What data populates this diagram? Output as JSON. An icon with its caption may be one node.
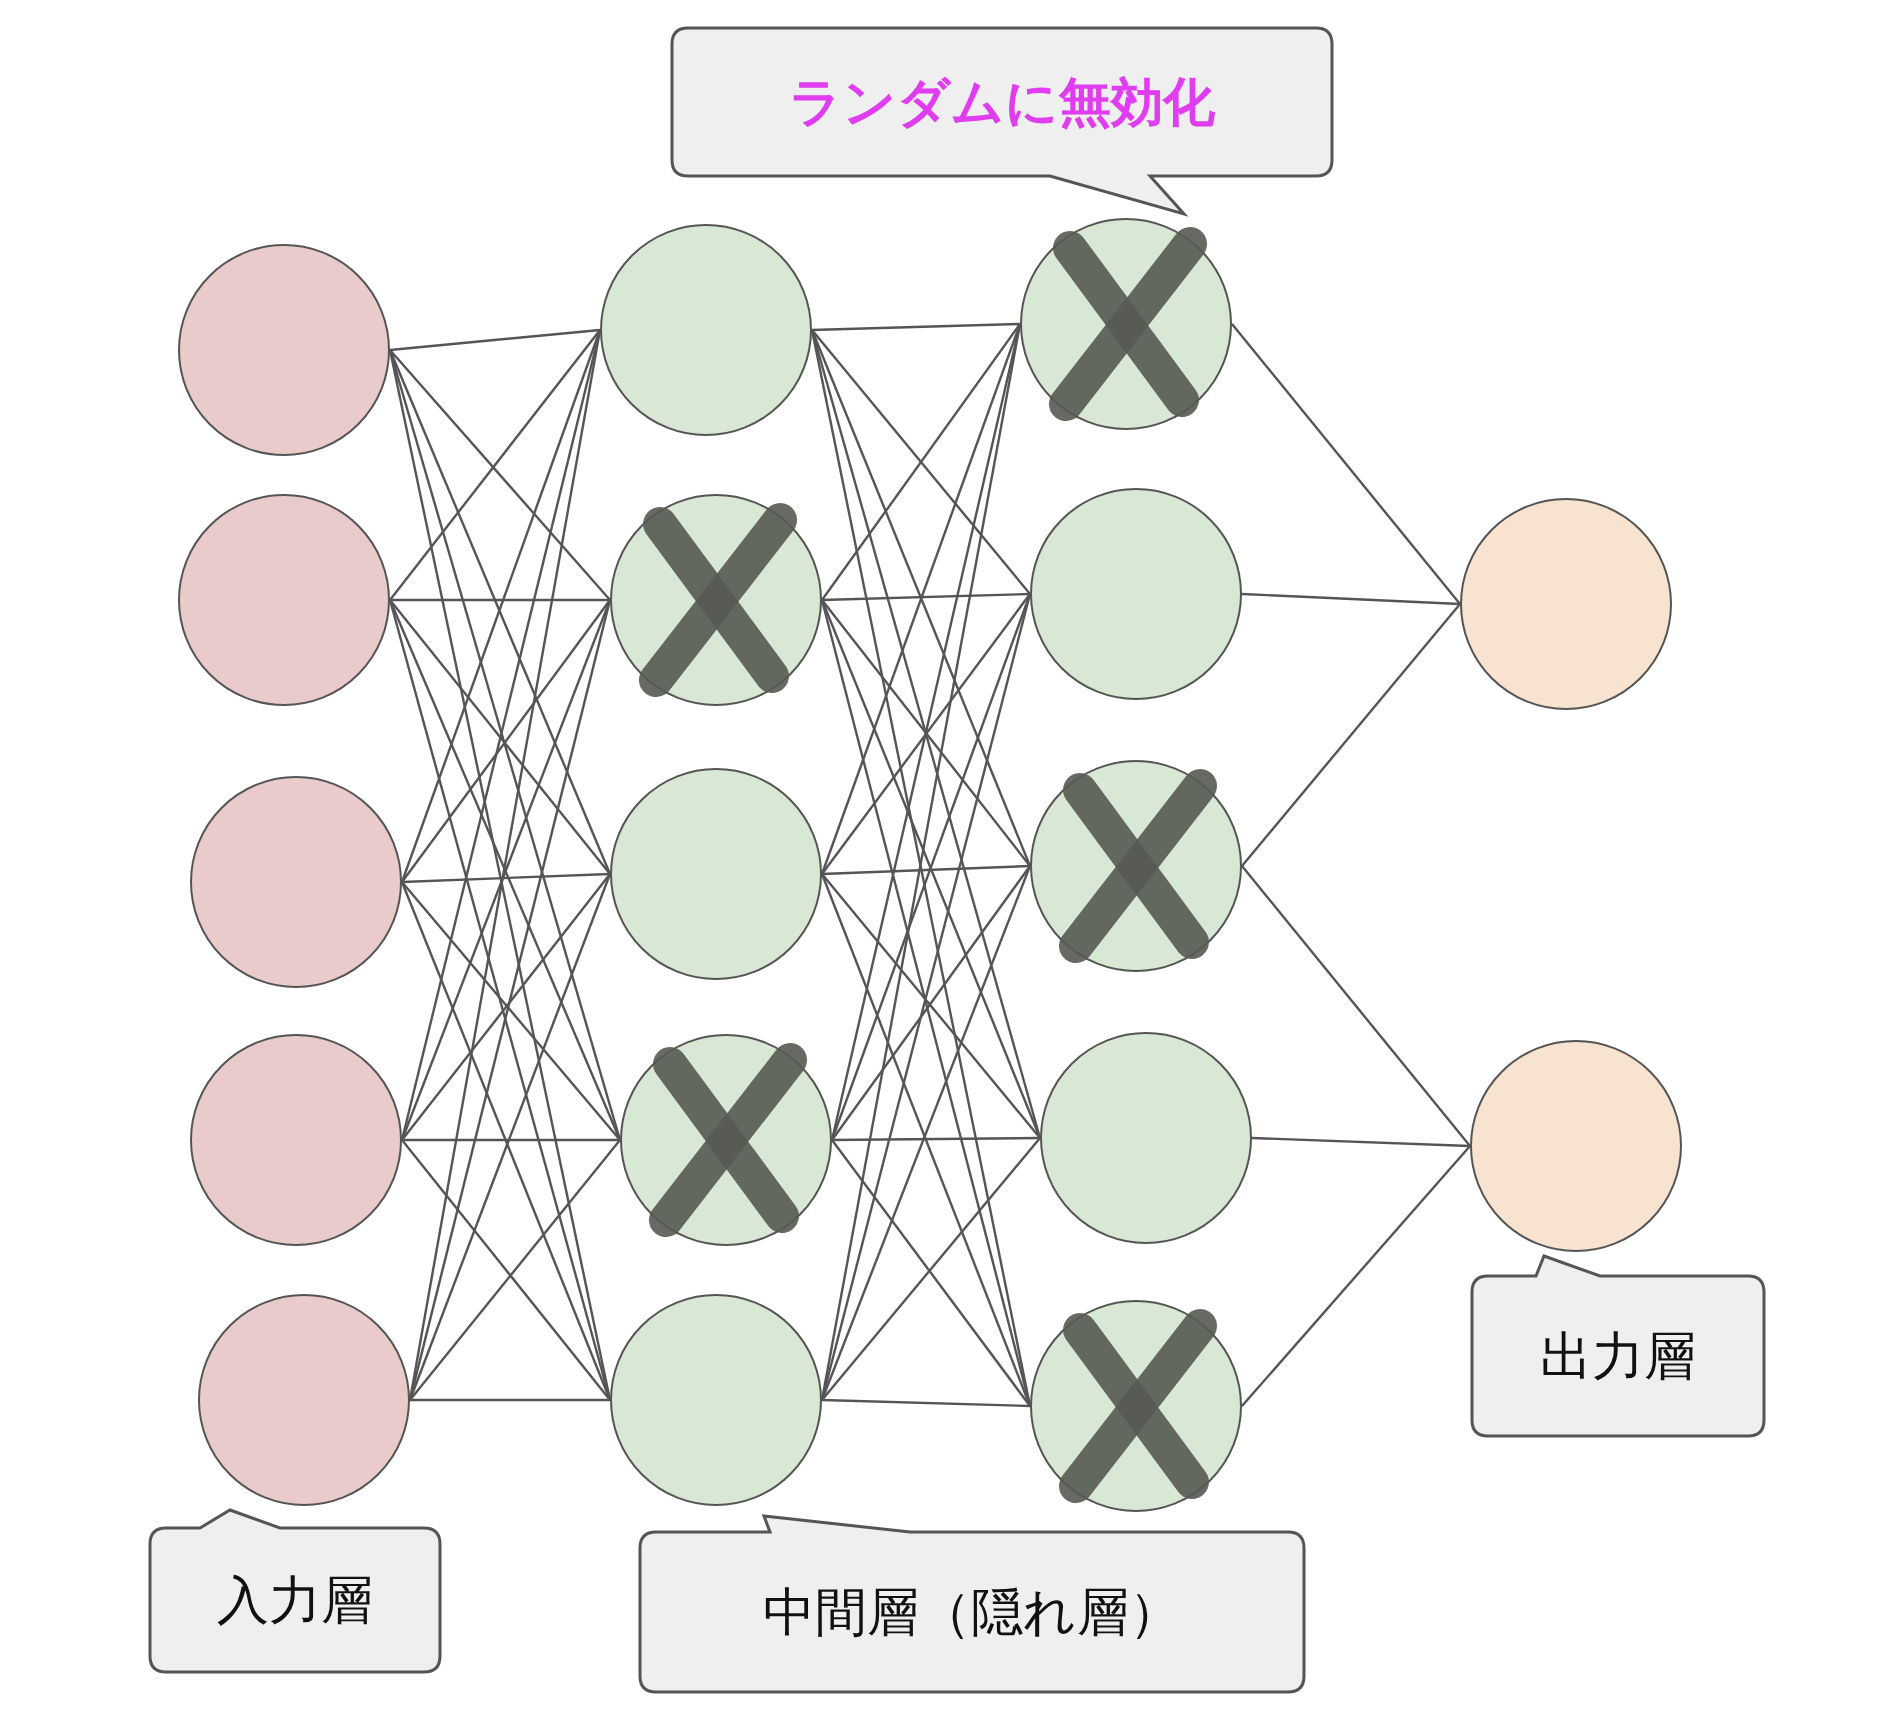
{
  "diagram": {
    "nodes": [
      {
        "text": [],
        "shape": "circle"
      },
      {
        "text": [],
        "shape": "circle"
      },
      {
        "text": [],
        "shape": "circle"
      },
      {
        "text": [],
        "shape": "circle"
      },
      {
        "text": [],
        "shape": "circle"
      },
      {
        "text": [],
        "shape": "circle"
      },
      {
        "text": [],
        "shape": "circle"
      },
      {
        "text": [],
        "shape": "circle"
      },
      {
        "text": [],
        "shape": "circle"
      },
      {
        "text": [],
        "shape": "circle"
      },
      {
        "text": [],
        "shape": "circle"
      },
      {
        "text": [],
        "shape": "circle"
      },
      {
        "text": [],
        "shape": "circle"
      },
      {
        "text": [],
        "shape": "circle"
      },
      {
        "text": [],
        "shape": "circle"
      },
      {
        "text": [],
        "shape": "circle"
      },
      {
        "text": [],
        "shape": "circle"
      },
      {
        "text": [
          "ランダムに無効化"
        ]
      },
      {
        "text": [
          "出力層"
        ]
      },
      {
        "text": [
          "入力層"
        ]
      },
      {
        "text": [
          "中間層（隠れ層）"
        ]
      }
    ],
    "edges": [
      {
        "from": 0,
        "to": 5,
        "arrow": "none"
      },
      {
        "from": 0,
        "to": 6,
        "arrow": "none"
      },
      {
        "from": 0,
        "to": 7,
        "arrow": "none"
      },
      {
        "from": 0,
        "to": 8,
        "arrow": "none"
      },
      {
        "from": 0,
        "to": 9,
        "arrow": "none"
      },
      {
        "from": 1,
        "to": 5,
        "arrow": "none"
      },
      {
        "from": 1,
        "to": 6,
        "arrow": "none"
      },
      {
        "from": 1,
        "to": 7,
        "arrow": "none"
      },
      {
        "from": 1,
        "to": 8,
        "arrow": "none"
      },
      {
        "from": 1,
        "to": 9,
        "arrow": "none"
      },
      {
        "from": 2,
        "to": 5,
        "arrow": "none"
      },
      {
        "from": 2,
        "to": 6,
        "arrow": "none"
      },
      {
        "from": 2,
        "to": 7,
        "arrow": "none"
      },
      {
        "from": 2,
        "to": 8,
        "arrow": "none"
      },
      {
        "from": 2,
        "to": 9,
        "arrow": "none"
      },
      {
        "from": 3,
        "to": 5,
        "arrow": "none"
      },
      {
        "from": 3,
        "to": 6,
        "arrow": "none"
      },
      {
        "from": 3,
        "to": 7,
        "arrow": "none"
      },
      {
        "from": 3,
        "to": 8,
        "arrow": "none"
      },
      {
        "from": 3,
        "to": 9,
        "arrow": "none"
      },
      {
        "from": 4,
        "to": 5,
        "arrow": "none"
      },
      {
        "from": 4,
        "to": 6,
        "arrow": "none"
      },
      {
        "from": 4,
        "to": 7,
        "arrow": "none"
      },
      {
        "from": 4,
        "to": 8,
        "arrow": "none"
      },
      {
        "from": 4,
        "to": 9,
        "arrow": "none"
      },
      {
        "from": 5,
        "to": 10,
        "arrow": "none"
      },
      {
        "from": 5,
        "to": 11,
        "arrow": "none"
      },
      {
        "from": 5,
        "to": 12,
        "arrow": "none"
      },
      {
        "from": 5,
        "to": 13,
        "arrow": "none"
      },
      {
        "from": 5,
        "to": 14,
        "arrow": "none"
      },
      {
        "from": 6,
        "to": 10,
        "arrow": "none"
      },
      {
        "from": 6,
        "to": 11,
        "arrow": "none"
      },
      {
        "from": 6,
        "to": 12,
        "arrow": "none"
      },
      {
        "from": 6,
        "to": 13,
        "arrow": "none"
      },
      {
        "from": 6,
        "to": 14,
        "arrow": "none"
      },
      {
        "from": 7,
        "to": 10,
        "arrow": "none"
      },
      {
        "from": 7,
        "to": 11,
        "arrow": "none"
      },
      {
        "from": 7,
        "to": 12,
        "arrow": "none"
      },
      {
        "from": 7,
        "to": 13,
        "arrow": "none"
      },
      {
        "from": 7,
        "to": 14,
        "arrow": "none"
      },
      {
        "from": 8,
        "to": 10,
        "arrow": "none"
      },
      {
        "from": 8,
        "to": 11,
        "arrow": "none"
      },
      {
        "from": 8,
        "to": 12,
        "arrow": "none"
      },
      {
        "from": 8,
        "to": 13,
        "arrow": "none"
      },
      {
        "from": 8,
        "to": 14,
        "arrow": "none"
      },
      {
        "from": 9,
        "to": 10,
        "arrow": "none"
      },
      {
        "from": 9,
        "to": 11,
        "arrow": "none"
      },
      {
        "from": 9,
        "to": 12,
        "arrow": "none"
      },
      {
        "from": 9,
        "to": 13,
        "arrow": "none"
      },
      {
        "from": 9,
        "to": 14,
        "arrow": "none"
      },
      {
        "from": 10,
        "to": 15,
        "arrow": "none"
      },
      {
        "from": 11,
        "to": 15,
        "arrow": "none"
      },
      {
        "from": 12,
        "to": 15,
        "arrow": "none"
      },
      {
        "from": 12,
        "to": 16,
        "arrow": "none"
      },
      {
        "from": 13,
        "to": 16,
        "arrow": "none"
      },
      {
        "from": 14,
        "to": 16,
        "arrow": "none"
      }
    ]
  }
}
